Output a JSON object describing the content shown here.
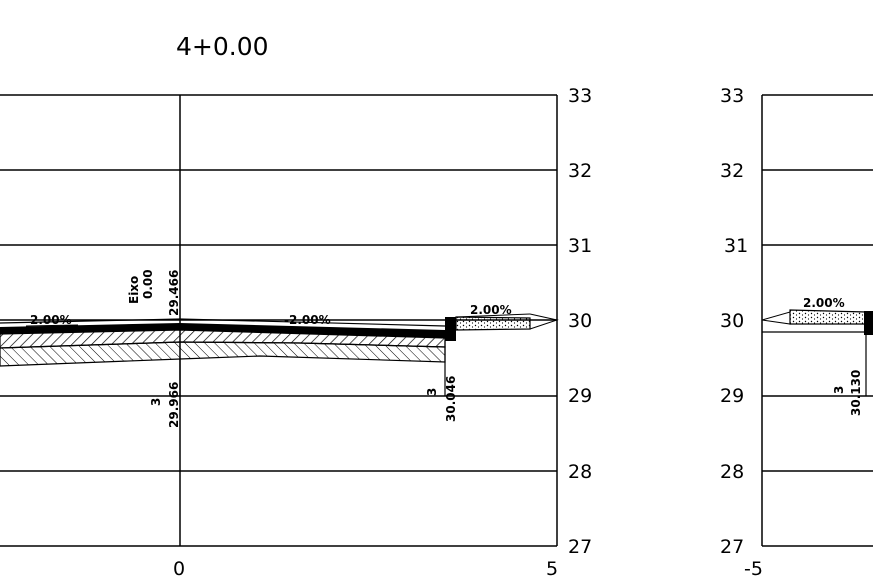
{
  "section_title": "4+0.00",
  "left_panel": {
    "y_ticks": [
      "33",
      "32",
      "31",
      "30",
      "29",
      "28",
      "27"
    ],
    "x_ticks": [
      "0",
      "5"
    ],
    "centerline": {
      "label": "Eixo",
      "offset": "0.00",
      "elevation": "29.466"
    },
    "slope_left": "2.00%",
    "slope_right": "-2.00%",
    "slope_sidewalk": "2.00%",
    "point_center": {
      "layer": "3",
      "elevation": "29.966"
    },
    "point_edge": {
      "layer": "3",
      "elevation": "30.046"
    }
  },
  "right_panel": {
    "y_ticks": [
      "33",
      "32",
      "31",
      "30",
      "29",
      "28",
      "27"
    ],
    "x_ticks": [
      "-5"
    ],
    "slope_sidewalk": "2.00%",
    "point_edge": {
      "layer": "3",
      "elevation": "30.130"
    }
  }
}
